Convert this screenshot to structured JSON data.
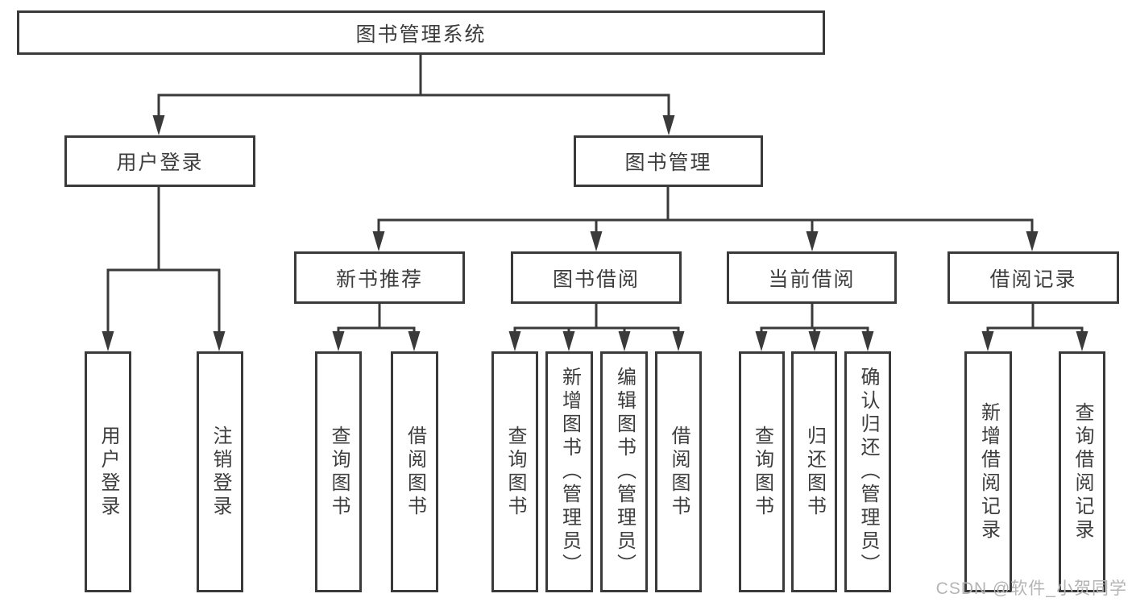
{
  "diagram": {
    "title": "图书管理系统",
    "tree": {
      "root": {
        "label": "图书管理系统"
      },
      "branches": [
        {
          "label": "用户登录",
          "children": [
            {
              "label": "用户登录"
            },
            {
              "label": "注销登录"
            }
          ]
        },
        {
          "label": "图书管理",
          "groups": [
            {
              "label": "新书推荐",
              "children": [
                {
                  "label": "查询图书"
                },
                {
                  "label": "借阅图书"
                }
              ]
            },
            {
              "label": "图书借阅",
              "children": [
                {
                  "label": "查询图书"
                },
                {
                  "label": "新增图书（管理员）"
                },
                {
                  "label": "编辑图书（管理员）"
                },
                {
                  "label": "借阅图书"
                }
              ]
            },
            {
              "label": "当前借阅",
              "children": [
                {
                  "label": "查询图书"
                },
                {
                  "label": "归还图书"
                },
                {
                  "label": "确认归还（管理员）"
                }
              ]
            },
            {
              "label": "借阅记录",
              "children": [
                {
                  "label": "新增借阅记录"
                },
                {
                  "label": "查询借阅记录"
                }
              ]
            }
          ]
        }
      ]
    },
    "colors": {
      "line": "#3a3a3a",
      "text": "#3d3d3d",
      "background": "#ffffff",
      "watermark": "#b4b4b4"
    }
  },
  "watermark": {
    "text": "CSDN @软件_小贺同学"
  }
}
